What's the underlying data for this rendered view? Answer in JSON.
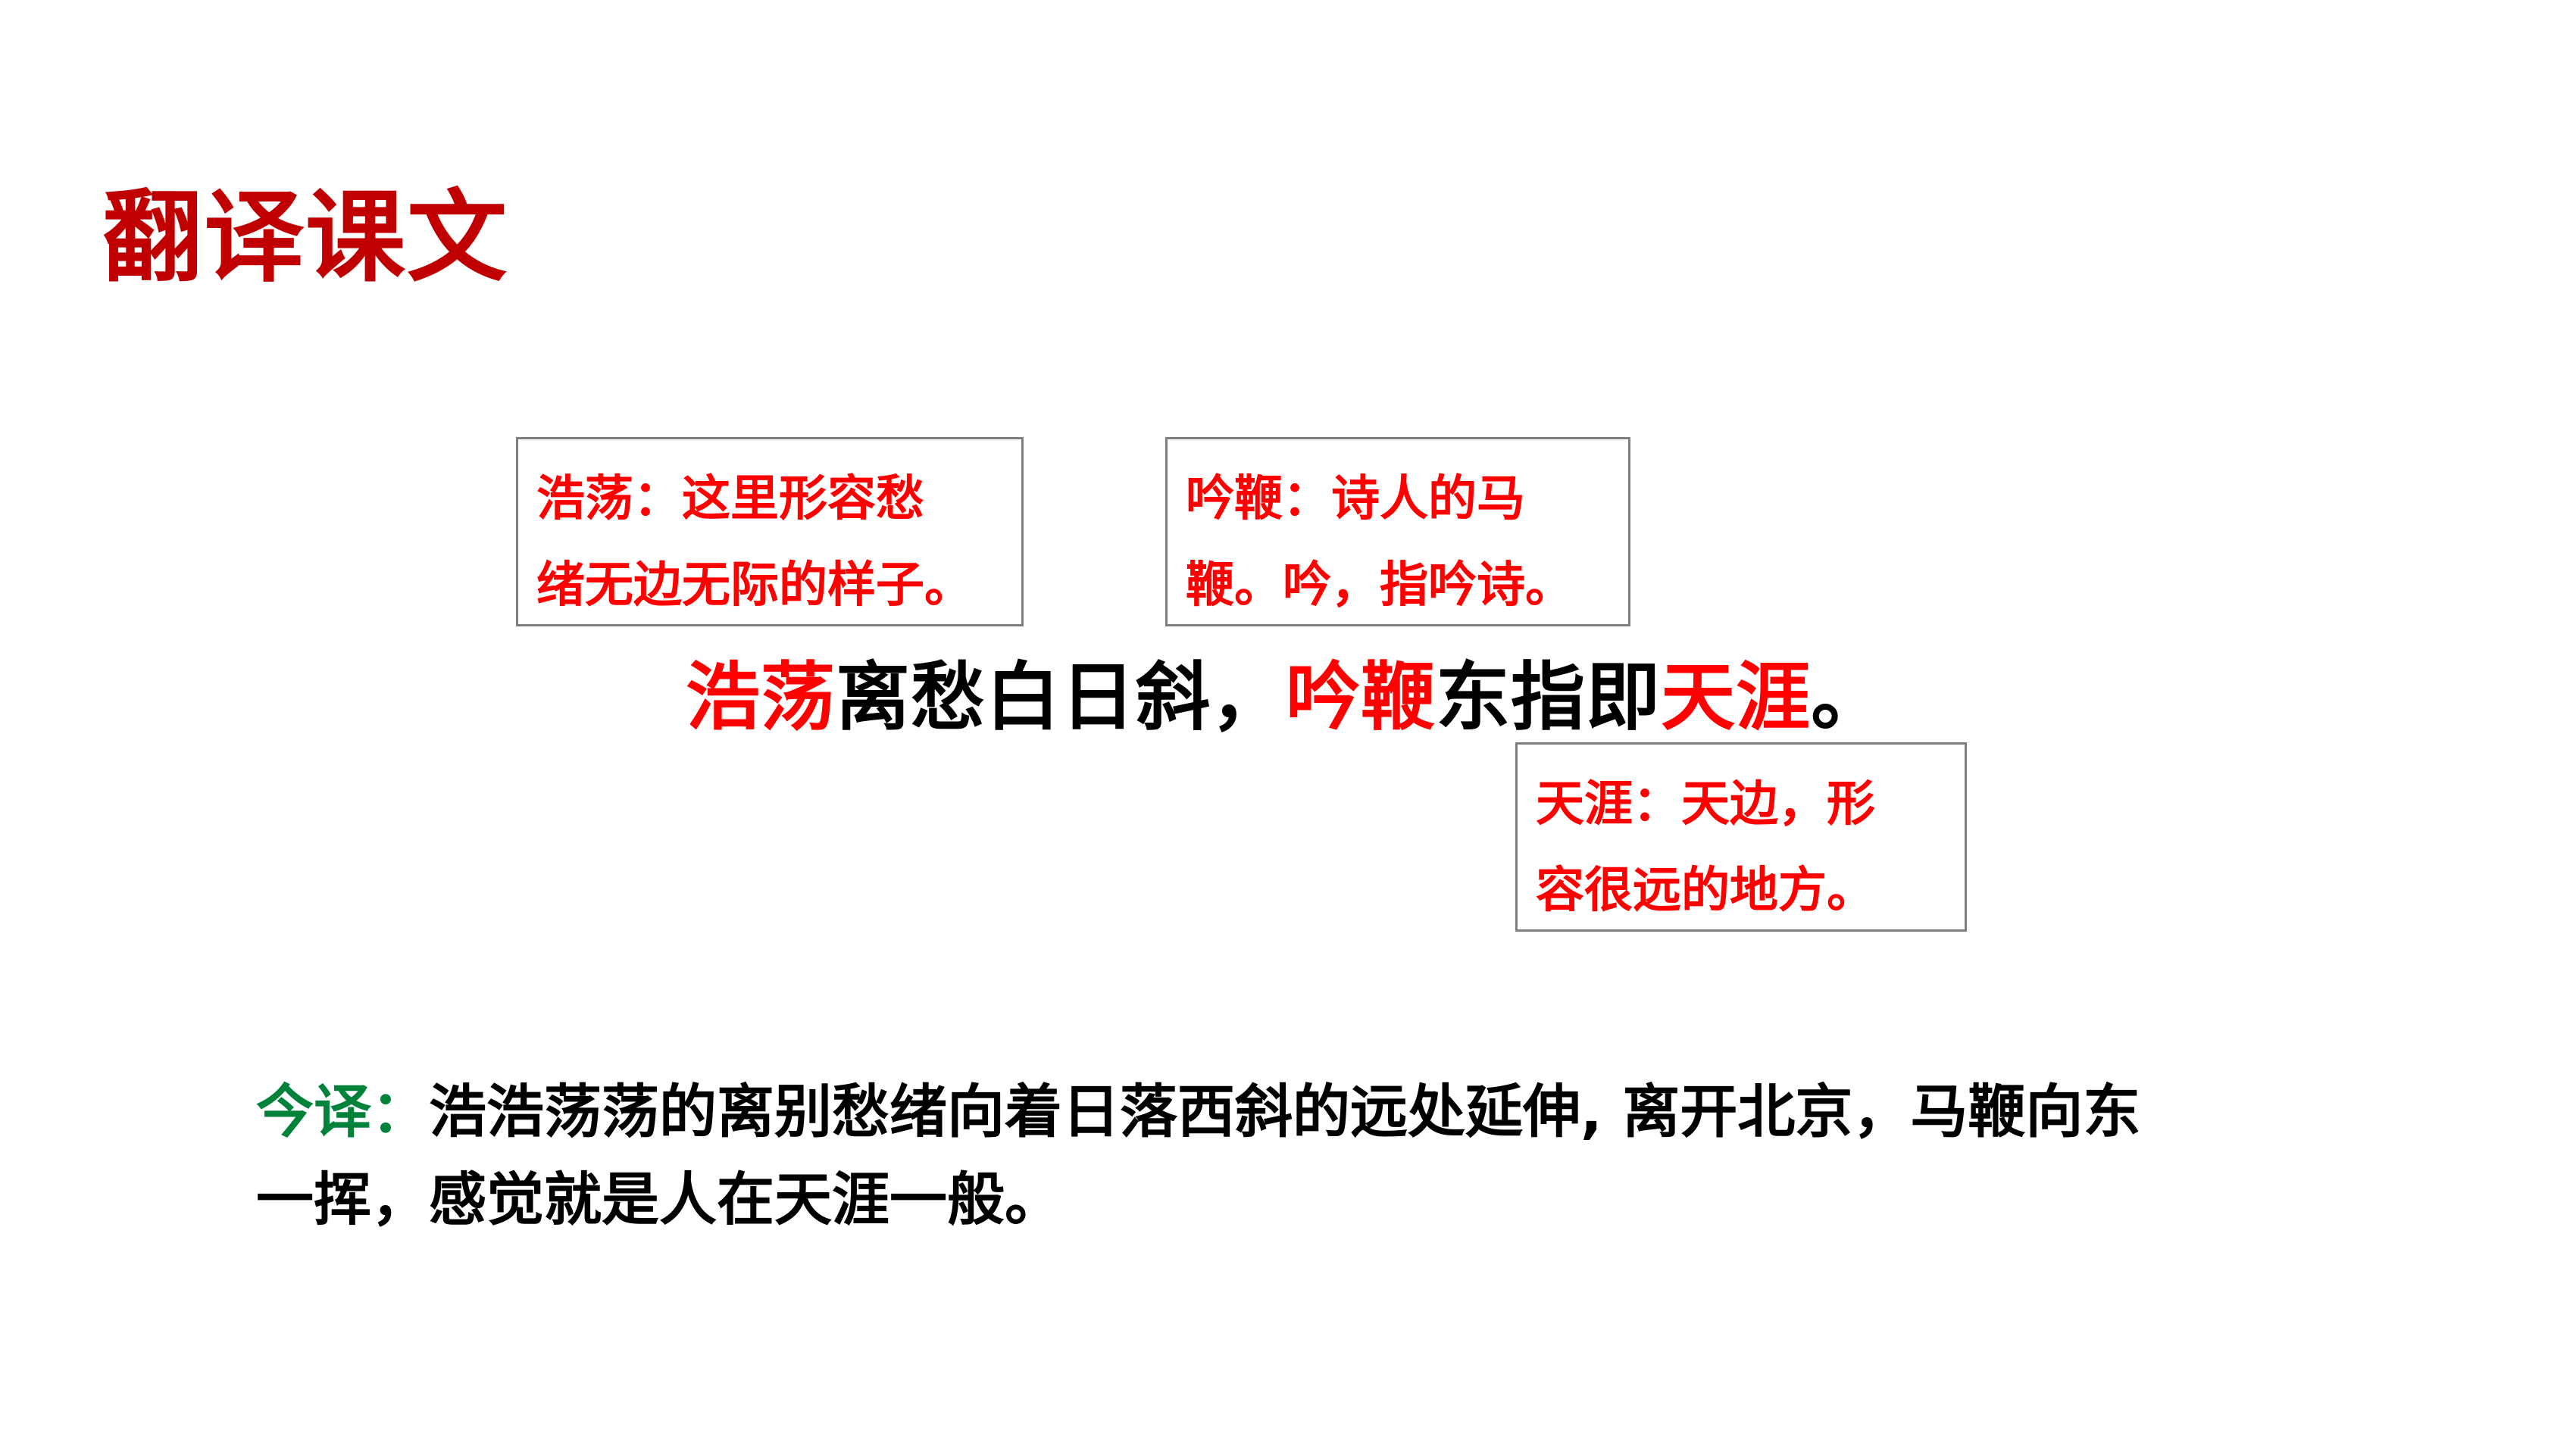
{
  "colors": {
    "title": "#c00000",
    "highlight": "#ff0000",
    "text": "#000000",
    "label": "#00823b",
    "box_border": "#7f7f7f"
  },
  "title": "翻译课文",
  "notes": [
    {
      "line1": "浩荡：这里形容愁",
      "line2": "绪无边无际的样子。"
    },
    {
      "line1": "吟鞭：诗人的马",
      "line2": "鞭。吟，指吟诗。"
    },
    {
      "line1": "天涯：天边，形",
      "line2": "容很远的地方。"
    }
  ],
  "verse": {
    "part1": "浩荡",
    "part2": "离愁白日斜，",
    "part3": "吟鞭",
    "part4": "东指即",
    "part5": "天涯",
    "part6": "。"
  },
  "translation": {
    "label": "今译：",
    "line1": "浩浩荡荡的离别愁绪向着日落西斜的远处延伸, 离开北京，马鞭向东",
    "line2": "一挥，感觉就是人在天涯一般。"
  }
}
